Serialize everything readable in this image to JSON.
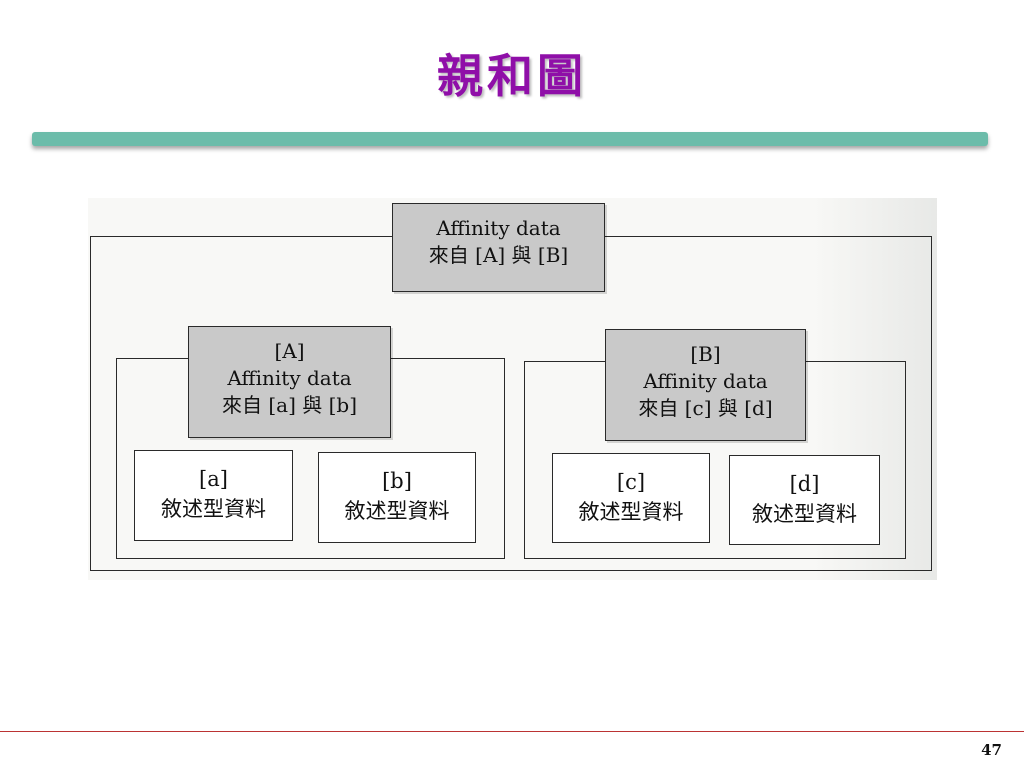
{
  "slide": {
    "title": "親和圖",
    "page_number": "47"
  },
  "diagram": {
    "root": {
      "line1": "Affinity data",
      "line2": "來自 [A] 與 [B]"
    },
    "groups": [
      {
        "line1": "[A]",
        "line2": "Affinity data",
        "line3": "來自 [a]  與 [b]",
        "items": [
          {
            "label": "[a]",
            "text": "敘述型資料"
          },
          {
            "label": "[b]",
            "text": "敘述型資料"
          }
        ]
      },
      {
        "line1": "[B]",
        "line2": "Affinity data",
        "line3": "來自 [c]  與 [d]",
        "items": [
          {
            "label": "[c]",
            "text": "敘述型資料"
          },
          {
            "label": "[d]",
            "text": "敘述型資料"
          }
        ]
      }
    ]
  },
  "colors": {
    "title": "#8f0fa8",
    "title_bar": "#6cbcaa",
    "header_fill": "#c9c9c9"
  }
}
